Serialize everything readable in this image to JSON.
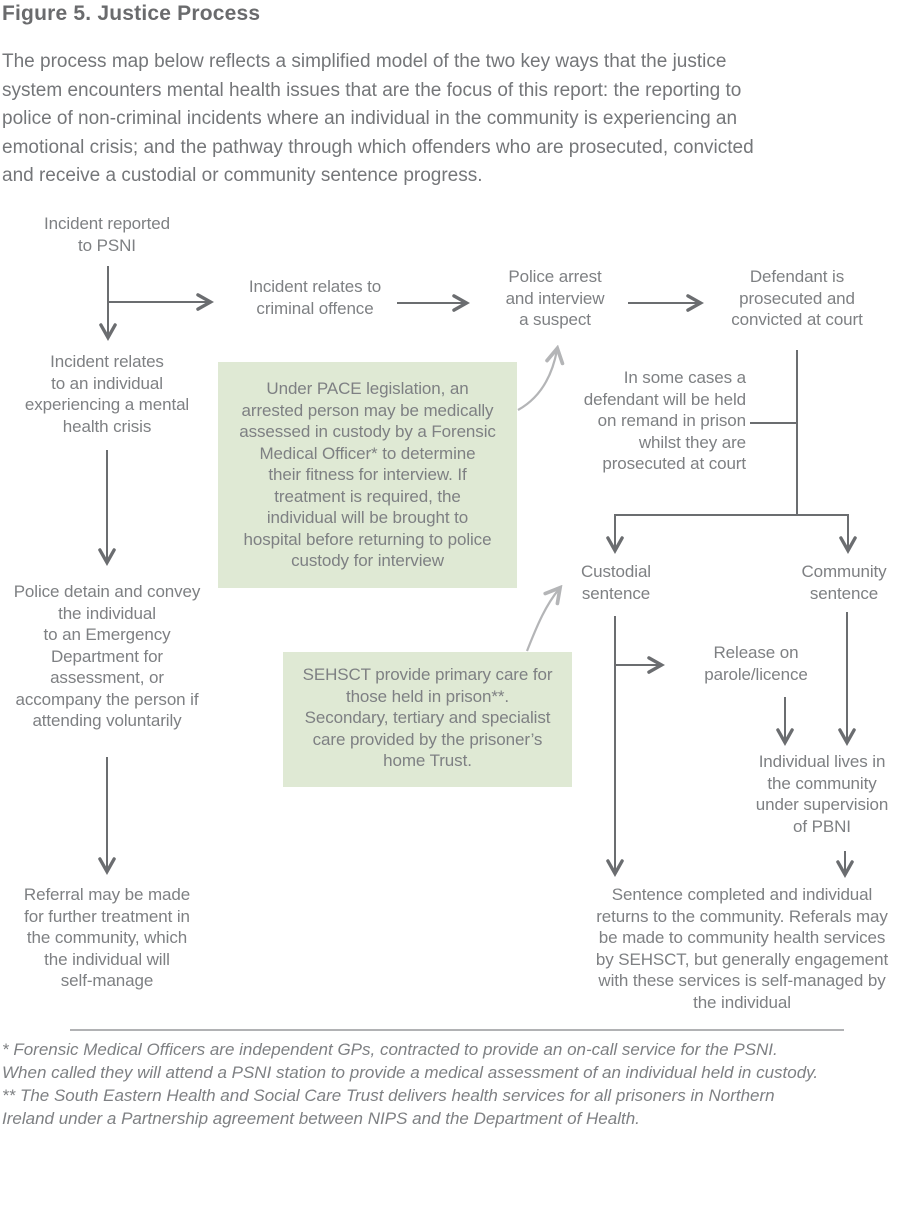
{
  "page": {
    "title": "Figure 5. Justice Process",
    "intro": "The process map below reflects a simplified model of the two key ways that the justice\nsystem encounters mental health issues that are the focus of this report: the reporting to\npolice of non-criminal incidents where an individual in the community is experiencing an\nemotional crisis; and the pathway through which offenders who are prosecuted, convicted\nand receive a custodial or community sentence progress."
  },
  "flowchart": {
    "nodes": {
      "incident_reported": "Incident reported\nto PSNI",
      "incident_criminal": "Incident relates to\ncriminal offence",
      "police_arrest": "Police arrest\nand interview\na suspect",
      "defendant": "Defendant is\nprosecuted and\nconvicted at court",
      "incident_mental": "Incident relates\nto an individual\nexperiencing a mental\nhealth crisis",
      "remand": "In some cases a\ndefendant will be held\non remand in prison\nwhilst they are\nprosecuted at court",
      "police_detain": "Police detain and convey\nthe individual\nto an Emergency\nDepartment for\nassessment, or\naccompany the person if\nattending voluntarily",
      "custodial": "Custodial\nsentence",
      "community": "Community\nsentence",
      "release": "Release on\nparole/licence",
      "pbni": "Individual lives in\nthe community\nunder supervision\nof PBNI",
      "referral": "Referral may be made\nfor further treatment in\nthe community, which\nthe individual will\nself-manage",
      "sentence_completed": "Sentence completed and individual\nreturns to the community.  Referals may\nbe made to community health services\nby SEHSCT, but generally engagement\nwith these services is self-managed by\nthe individual"
    },
    "callouts": {
      "pace": "Under PACE legislation, an\narrested person may be medically\nassessed in custody by a Forensic\nMedical Officer* to determine\ntheir fitness for interview. If\ntreatment is required, the\nindividual will be brought to\nhospital before returning to police\ncustody for interview",
      "sehsct": "SEHSCT provide primary care for\nthose held in prison**.\nSecondary, tertiary and specialist\ncare provided by the prisoner’s\nhome Trust."
    }
  },
  "footnotes": {
    "fmo": "* Forensic Medical Officers are independent GPs, contracted to provide an on-call service for the PSNI.\nWhen called they will attend a PSNI station to provide a medical assessment of an individual held in custody.",
    "trust": "** The South Eastern Health and Social Care Trust delivers health services for all prisoners in Northern\nIreland under a Partnership agreement between NIPS and the Department of Health."
  },
  "colors": {
    "title": "#6a6b6d",
    "body_text": "#747679",
    "node_text": "#7e8083",
    "arrow": "#6b6d70",
    "curved_arrow": "#b4b5b7",
    "callout_background": "#dfe9d4",
    "divider": "#97999c"
  }
}
